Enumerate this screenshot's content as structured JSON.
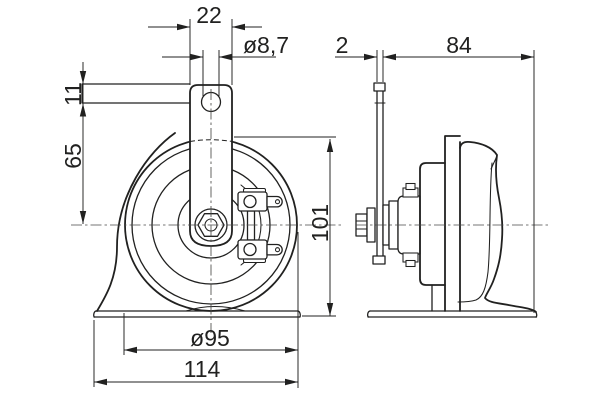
{
  "drawing": {
    "colors": {
      "background": "#ffffff",
      "line": "#212120"
    },
    "dimensions": {
      "bracket_width": "22",
      "hole_diameter": "ø8,7",
      "tab_height": "11",
      "center_height": "65",
      "overall_height": "101",
      "body_diameter": "ø95",
      "overall_width": "114",
      "bracket_thickness": "2",
      "overall_depth": "84"
    }
  }
}
